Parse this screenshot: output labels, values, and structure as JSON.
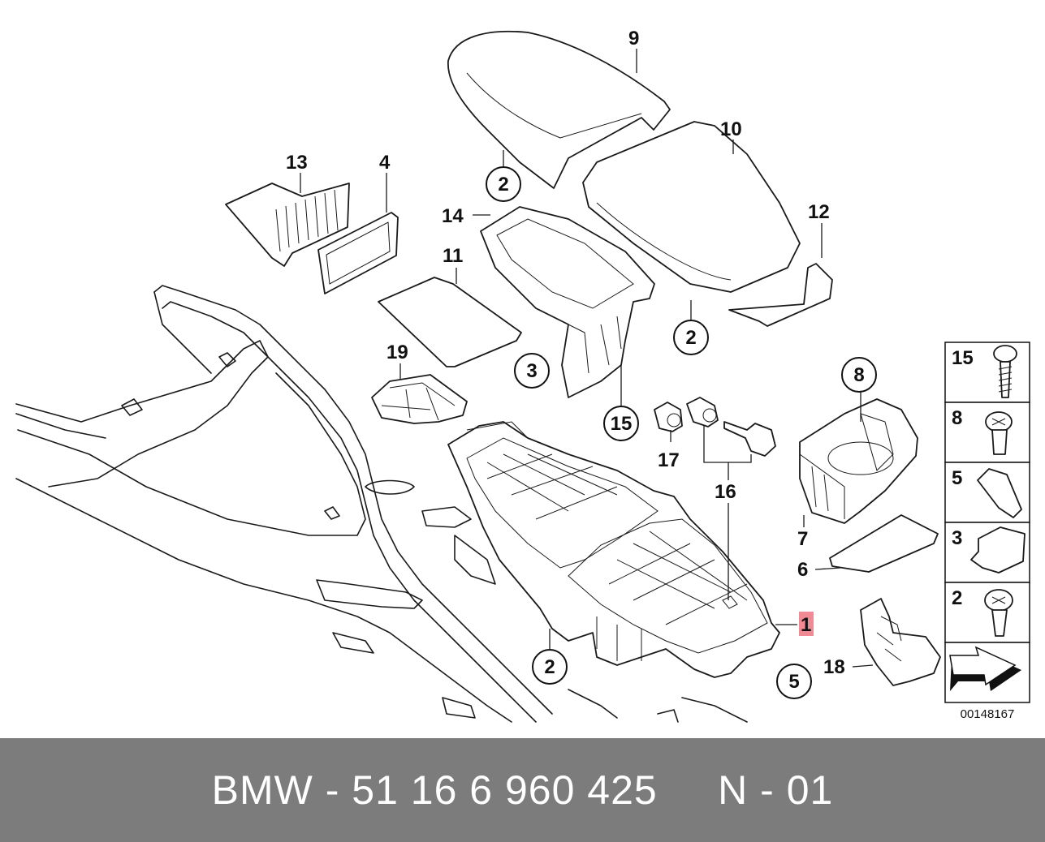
{
  "diagram": {
    "part_labels": {
      "p1": "1",
      "p2a": "2",
      "p2b": "2",
      "p2c": "2",
      "p3": "3",
      "p4": "4",
      "p5": "5",
      "p6": "6",
      "p7": "7",
      "p8": "8",
      "p9": "9",
      "p10": "10",
      "p11": "11",
      "p12": "12",
      "p13": "13",
      "p14": "14",
      "p15a": "15",
      "p15b": "15",
      "p16": "16",
      "p17": "17",
      "p18": "18",
      "p19": "19"
    },
    "legend_table": {
      "rows": [
        "15",
        "8",
        "5",
        "3",
        "2"
      ]
    },
    "drawing_number": "00148167",
    "highlight_color": "#f08a94"
  },
  "footer": {
    "text": "BMW - 51 16 6 960 425     N - 01",
    "background": "#7c7c7c"
  }
}
